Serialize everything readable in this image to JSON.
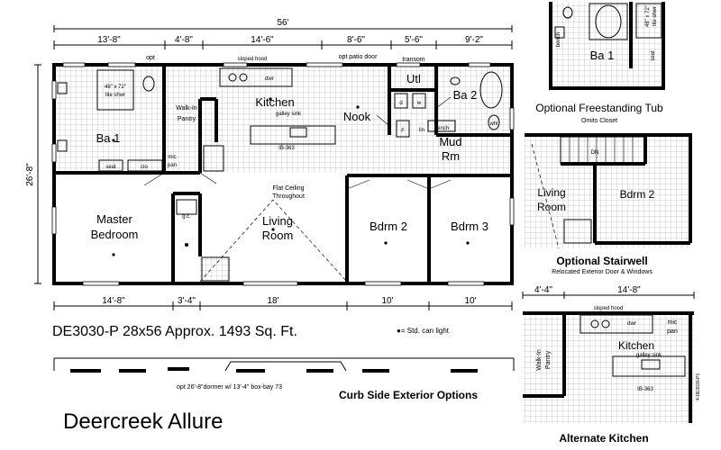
{
  "plan": {
    "model": "DE3030-P 28x56  Approx. 1493 Sq. Ft.",
    "series": "Deercreek Allure",
    "overall_width": "56'",
    "overall_depth": "26'-8\"",
    "top_dims": [
      "13'-8\"",
      "4'-8\"",
      "14'-6\"",
      "8'-6\"",
      "5'-6\"",
      "9'-2\""
    ],
    "bottom_dims": [
      "14'-8\"",
      "3'-4\"",
      "18'",
      "10'",
      "10'"
    ],
    "rooms": {
      "master": "Master\nBedroom",
      "master_l1": "Master",
      "master_l2": "Bedroom",
      "living_l1": "Living",
      "living_l2": "Room",
      "kitchen": "Kitchen",
      "nook": "Nook",
      "bdrm2": "Bdrm 2",
      "bdrm3": "Bdrm 3",
      "ba1": "Ba 1",
      "ba2": "Ba 2",
      "utl": "Utl",
      "mud_l1": "Mud",
      "mud_l2": "Rm",
      "walkin_l1": "Walk-In",
      "walkin_l2": "Pantry"
    },
    "notes": {
      "opt": "opt",
      "sloped_hood": "sloped hood",
      "opt_patio": "opt patio door",
      "transom": "transom",
      "galley_sink": "galley sink",
      "ib": "IB-363",
      "shower": "48\" x 72\" tile shwr",
      "shower_l1": "48\" x 72\"",
      "shower_l2": "tile shwr",
      "seat": "seat",
      "clo": "clo",
      "mic": "mic",
      "pan": "pan",
      "flat_l1": "Flat Ceiling",
      "flat_l2": "Throughout",
      "gc": "g.c.",
      "bench": "bench",
      "lin": "lin",
      "dwr": "dwr",
      "d": "d",
      "w": "w",
      "f": "F",
      "whl": "whl",
      "can_light": "= Std. can light",
      "dormer": "opt 26'-8\"dormer w/ 13'-4\" box-bay 73",
      "curb_side": "Curb Side Exterior Options",
      "code": "4-DE3030-P1"
    }
  },
  "insets": {
    "tub": {
      "title": "Optional Freestanding Tub",
      "subtitle": "Omits Closet",
      "ba": "Ba 1",
      "shower_l1": "48\" x 72\"",
      "shower_l2": "tile shwr",
      "seat": "seat",
      "bench": "bench"
    },
    "stair": {
      "title": "Optional Stairwell",
      "subtitle": "Relocated Exterior Door & Windows",
      "living_l1": "Living",
      "living_l2": "Room",
      "bdrm": "Bdrm 2",
      "dn": "DN"
    },
    "kitchen": {
      "title": "Alternate Kitchen",
      "dim_left": "4'-4\"",
      "dim_right": "14'-8\"",
      "kitchen": "Kitchen",
      "sloped_hood": "sloped hood",
      "dwr": "dwr",
      "mic": "mic",
      "pan": "pan",
      "walkin": "Walk-In",
      "pantry": "Pantry",
      "galley_sink": "galley sink",
      "ib": "IB-363"
    }
  }
}
